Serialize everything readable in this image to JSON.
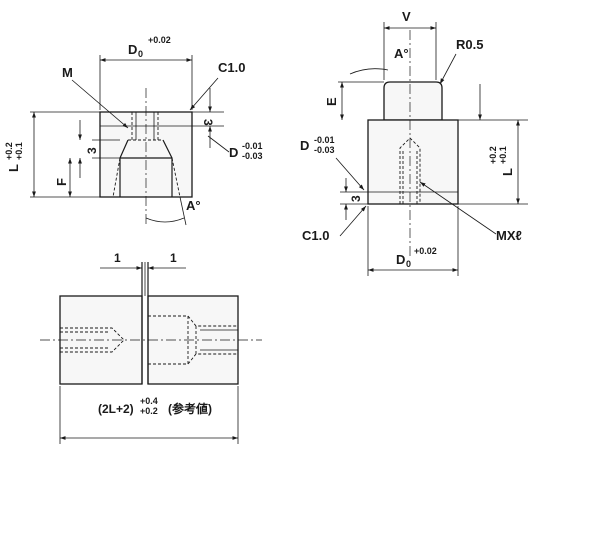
{
  "diagram": {
    "left_view": {
      "d_label": "D",
      "d_sub": "0",
      "d_tol": "+0.02",
      "m_label": "M",
      "c_label": "C1.0",
      "three_top": "3",
      "three_left": "3",
      "d_tol_inner_upper": "-0.01",
      "d_tol_inner_lower": "-0.03",
      "l_label": "L",
      "l_tol_upper": "+0.2",
      "l_tol_lower": "+0.1",
      "f_label": "F",
      "a_label": "A°"
    },
    "right_view": {
      "v_label": "V",
      "a_label": "A°",
      "r_label": "R0.5",
      "e_label": "E",
      "d_label": "D",
      "d_tol_upper": "-0.01",
      "d_tol_lower": "-0.03",
      "three_label": "3",
      "c_label": "C1.0",
      "l_label": "L",
      "l_tol_upper": "+0.2",
      "l_tol_lower": "+0.1",
      "mx_label": "MXℓ",
      "d0_label": "D",
      "d0_sub": "0",
      "d0_tol": "+0.02"
    },
    "bottom_view": {
      "gap_left": "1",
      "gap_right": "1",
      "total_label": "(2L+2)",
      "total_tol_upper": "+0.4",
      "total_tol_lower": "+0.2",
      "reference_note": "(参考値)"
    }
  }
}
